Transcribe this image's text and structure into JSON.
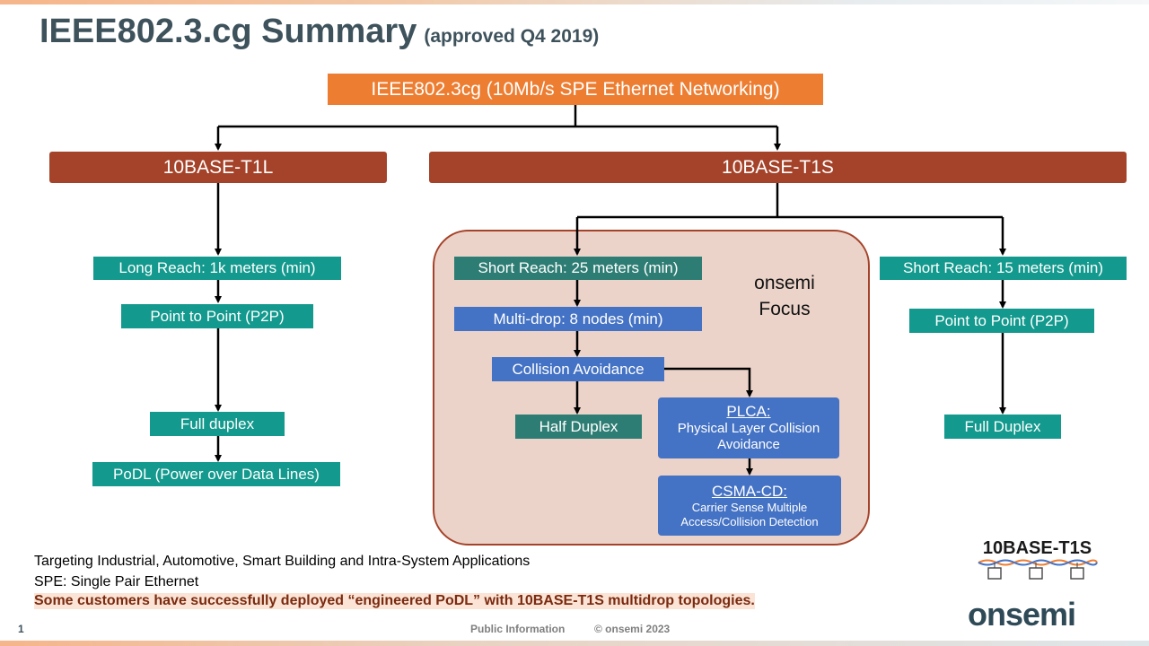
{
  "header": {
    "title": "IEEE802.3.cg Summary",
    "subtitle": "(approved Q4 2019)"
  },
  "diagram": {
    "root": "IEEE802.3cg (10Mb/s SPE Ethernet Networking)",
    "t1l": {
      "label": "10BASE-T1L",
      "reach": "Long Reach: 1k meters (min)",
      "topology": "Point to Point (P2P)",
      "duplex": "Full duplex",
      "podl": "PoDL (Power over Data Lines)"
    },
    "t1s": {
      "label": "10BASE-T1S",
      "focus_label": "onsemi Focus",
      "short_reach_25": "Short Reach: 25 meters (min)",
      "multidrop": "Multi-drop: 8 nodes (min)",
      "collision": "Collision Avoidance",
      "half_duplex": "Half Duplex",
      "plca_title": "PLCA:",
      "plca_desc": "Physical Layer Collision Avoidance",
      "csma_title": "CSMA-CD:",
      "csma_desc": "Carrier Sense Multiple Access/Collision Detection",
      "short_reach_15": "Short Reach: 15 meters (min)",
      "p2p": "Point to Point (P2P)",
      "full_duplex": "Full Duplex"
    }
  },
  "notes": {
    "line1": "Targeting Industrial, Automotive, Smart Building and Intra-System Applications",
    "line2": "SPE: Single Pair Ethernet",
    "line3": "Some customers have successfully deployed “engineered PoDL” with 10BASE-T1S multidrop topologies."
  },
  "logo": {
    "badge_text": "10BASE-T1S",
    "brand": "onsemi"
  },
  "footer": {
    "page_number": "1",
    "classification": "Public Information",
    "copyright": "© onsemi 2023"
  },
  "colors": {
    "orange": "#ed7d31",
    "rust": "#a5432a",
    "teal": "#13998d",
    "blue": "#4472c4",
    "focus_fill": "#ecd3c9"
  }
}
